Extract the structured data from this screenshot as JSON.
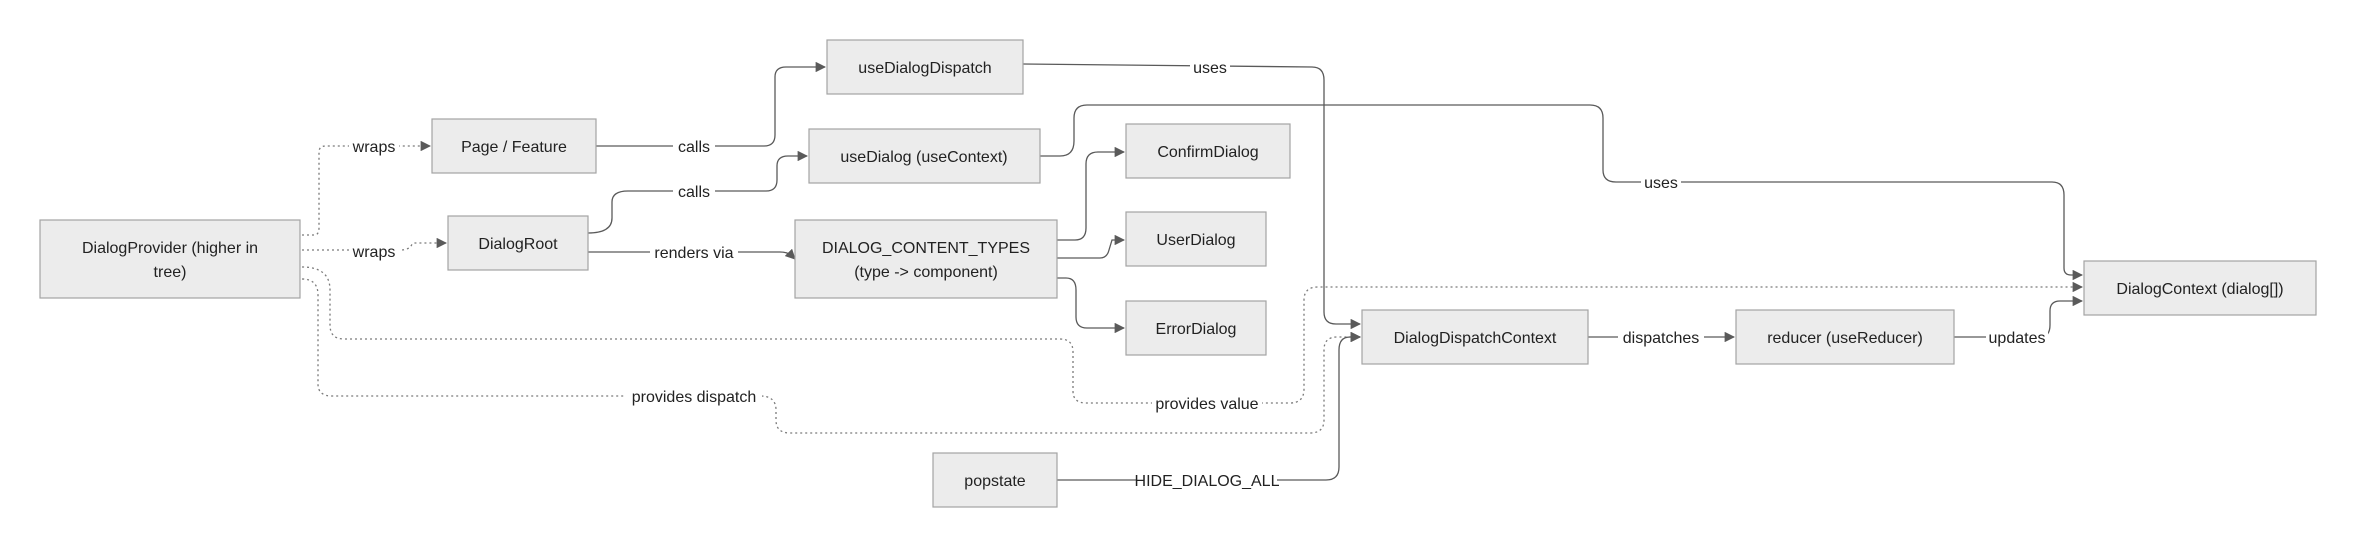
{
  "nodes": {
    "provider": [
      "DialogProvider (higher in",
      "tree)"
    ],
    "page": [
      "Page / Feature"
    ],
    "root": [
      "DialogRoot"
    ],
    "dispatchHook": [
      "useDialogDispatch"
    ],
    "dialogHook": [
      "useDialog (useContext)"
    ],
    "contentTypes": [
      "DIALOG_CONTENT_TYPES",
      "(type -> component)"
    ],
    "confirm": [
      "ConfirmDialog"
    ],
    "user": [
      "UserDialog"
    ],
    "error": [
      "ErrorDialog"
    ],
    "dispatchCtx": [
      "DialogDispatchContext"
    ],
    "reducer": [
      "reducer (useReducer)"
    ],
    "dialogCtx": [
      "DialogContext (dialog[])"
    ],
    "popstate": [
      "popstate"
    ]
  },
  "edge_labels": {
    "wraps_page": "wraps",
    "wraps_root": "wraps",
    "calls_dispatch": "calls",
    "calls_dialog": "calls",
    "renders_via": "renders via",
    "uses_dispatch": "uses",
    "uses_context": "uses",
    "provides_value": "provides value",
    "provides_dispatch": "provides dispatch",
    "dispatches": "dispatches",
    "updates": "updates",
    "hide_all": "HIDE_DIALOG_ALL"
  },
  "colors": {
    "node_fill": "#ececec",
    "node_stroke": "#a3a3a3",
    "edge": "#5a5a5a"
  }
}
